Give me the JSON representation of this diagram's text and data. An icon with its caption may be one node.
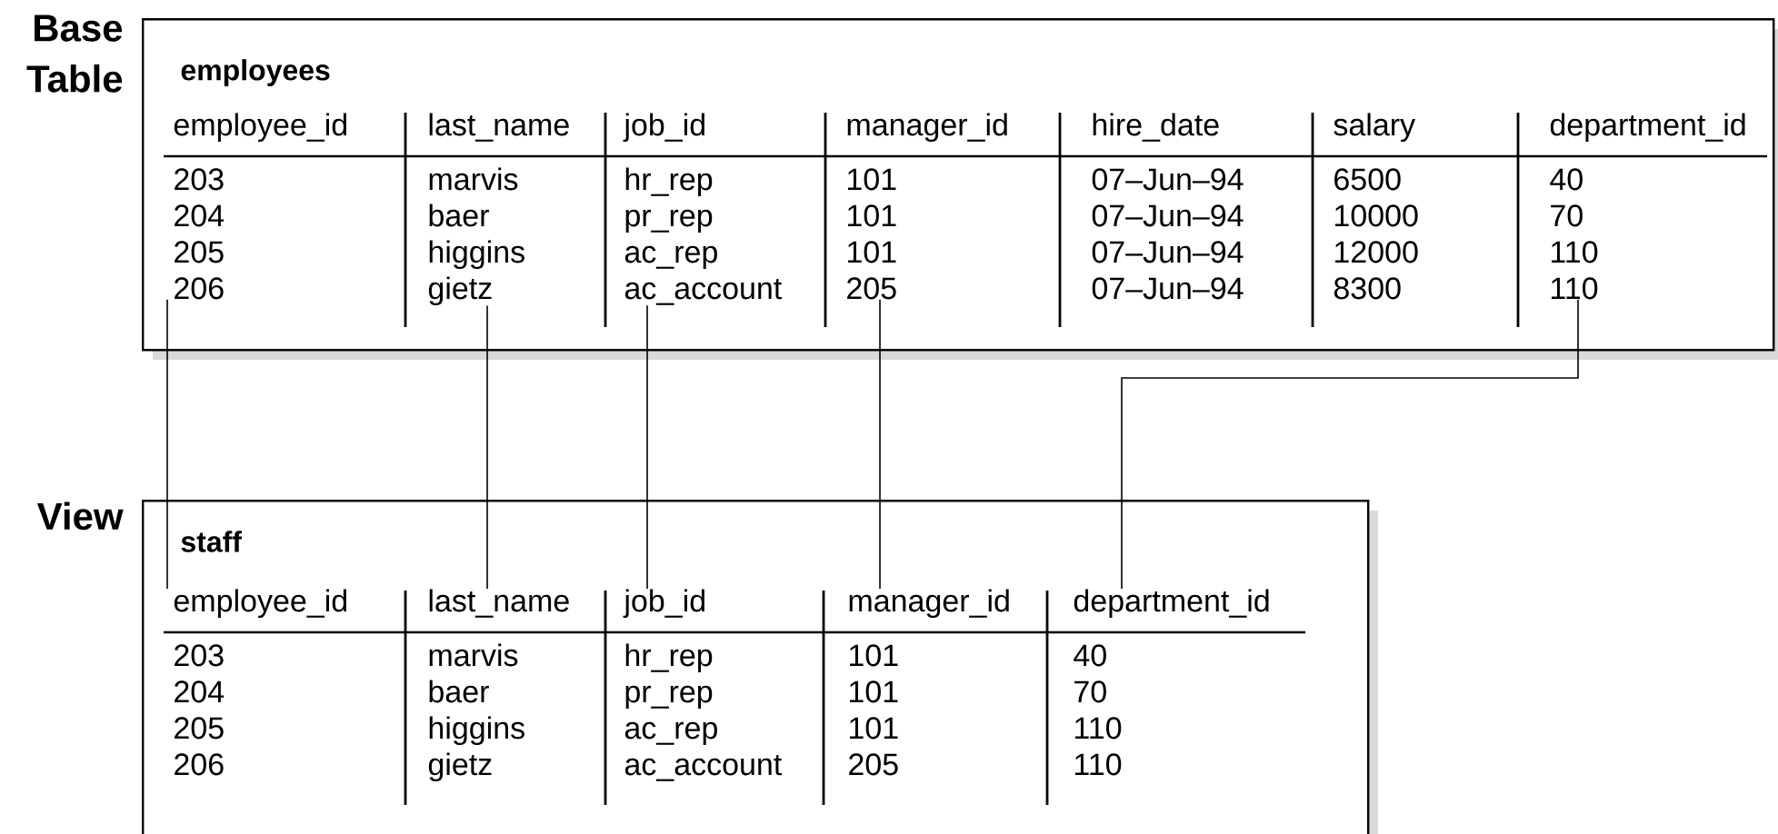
{
  "diagram": {
    "nodes": [
      {
        "text": [
          "Base Table",
          "employees"
        ]
      },
      {
        "text": [
          "employee_id",
          "203",
          "204",
          "205",
          "206"
        ],
        "in": 0
      },
      {
        "text": [
          "last_name",
          "marvis",
          "baer",
          "higgins",
          "gietz"
        ],
        "in": 0
      },
      {
        "text": [
          "job_id",
          "hr_rep",
          "pr_rep",
          "ac_rep",
          "ac_account"
        ],
        "in": 0
      },
      {
        "text": [
          "manager_id",
          "101",
          "101",
          "101",
          "205"
        ],
        "in": 0
      },
      {
        "text": [
          "hire_date",
          "07–Jun–94",
          "07–Jun–94",
          "07–Jun–94",
          "07–Jun–94"
        ],
        "in": 0
      },
      {
        "text": [
          "salary",
          "6500",
          "10000",
          "12000",
          "8300"
        ],
        "in": 0
      },
      {
        "text": [
          "department_id",
          "40",
          "70",
          "110",
          "110"
        ],
        "in": 0
      },
      {
        "text": [
          "View",
          "staff"
        ]
      },
      {
        "text": [
          "employee_id",
          "203",
          "204",
          "205",
          "206"
        ],
        "in": 8
      },
      {
        "text": [
          "last_name",
          "marvis",
          "baer",
          "higgins",
          "gietz"
        ],
        "in": 8
      },
      {
        "text": [
          "job_id",
          "hr_rep",
          "pr_rep",
          "ac_rep",
          "ac_account"
        ],
        "in": 8
      },
      {
        "text": [
          "manager_id",
          "101",
          "101",
          "101",
          "205"
        ],
        "in": 8
      },
      {
        "text": [
          "department_id",
          "40",
          "70",
          "110",
          "110"
        ],
        "in": 8
      }
    ],
    "edges": [
      {
        "from": 1,
        "to": 9,
        "arrow": "none"
      },
      {
        "from": 2,
        "to": 10,
        "arrow": "none"
      },
      {
        "from": 3,
        "to": 11,
        "arrow": "none"
      },
      {
        "from": 4,
        "to": 12,
        "arrow": "none"
      },
      {
        "from": 7,
        "to": 13,
        "arrow": "none"
      }
    ]
  }
}
